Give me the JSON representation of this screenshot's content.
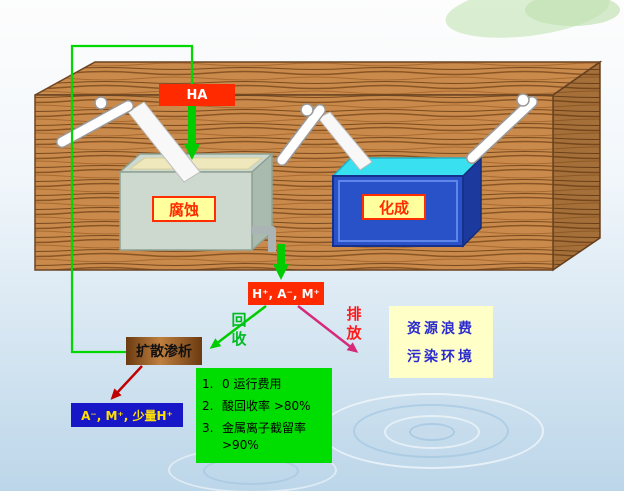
{
  "ha_box": {
    "label": "HA"
  },
  "tanks": {
    "corrosion": "腐蚀",
    "formation": "化成"
  },
  "effluent": {
    "label": "H⁺, A⁻, M⁺"
  },
  "paths": {
    "recycle": "回收",
    "discharge": "排放"
  },
  "dialysis": {
    "label": "扩散渗析"
  },
  "product": {
    "label": "A⁻, M⁺, 少量H⁺"
  },
  "waste": {
    "line1": "资源浪费",
    "line2": "污染环境"
  },
  "benefits": {
    "items": [
      {
        "num": "1.",
        "text": "0 运行费用"
      },
      {
        "num": "2.",
        "text": "酸回收率 >80%"
      },
      {
        "num": "3.",
        "text": "金属离子截留率 >90%"
      }
    ]
  },
  "colors": {
    "arrow_green": "#00cc00",
    "loop_green": "#00d800",
    "arrow_magenta": "#d62a7a",
    "arrow_darkred": "#c00000",
    "wood": "#c98a4b",
    "tank_blue": "#2a52c8",
    "tank_cyan": "#39e0f0",
    "benefit_green": "#00dd00",
    "waste_yellow": "#ffffc8"
  }
}
